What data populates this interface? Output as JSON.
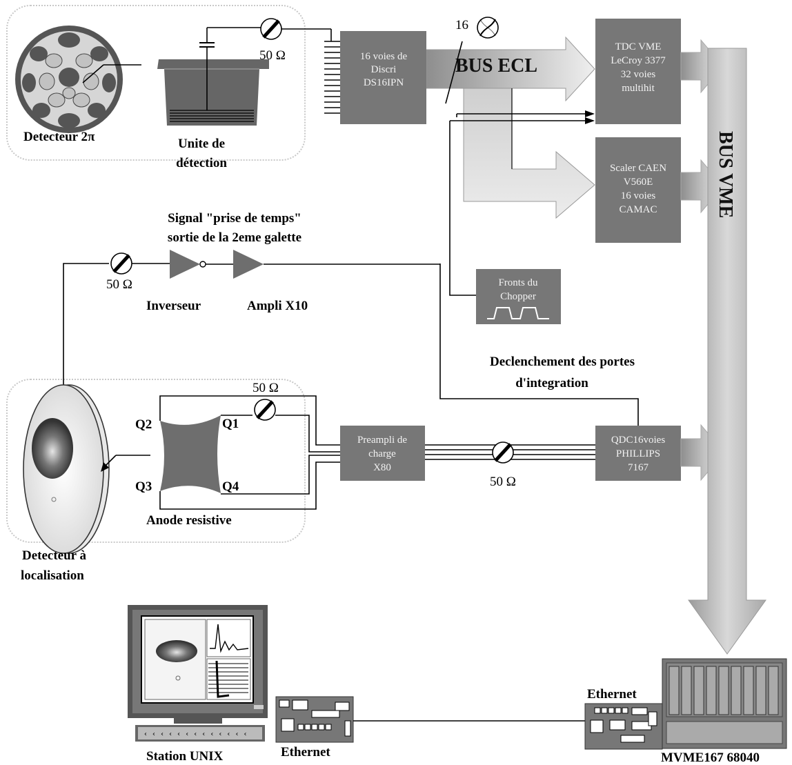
{
  "labels": {
    "detecteur_2pi": "Detecteur 2π",
    "unite_line1": "Unite de",
    "unite_line2": "détection",
    "signal_line1": "Signal \"prise de temps\"",
    "signal_line2": "sortie de la 2eme galette",
    "inverseur": "Inverseur",
    "ampli": "Ampli X10",
    "declench_line1": "Declenchement des portes",
    "declench_line2": "d'integration",
    "anode": "Anode resistive",
    "detloc_line1": "Detecteur à",
    "detloc_line2": "localisation",
    "station": "Station UNIX",
    "ethernet_left": "Ethernet",
    "ethernet_right": "Ethernet",
    "mvme": "MVME167  68040",
    "ohm_top": "50 Ω",
    "ohm_left": "50 Ω",
    "ohm_anode": "50 Ω",
    "ohm_bottom": "50 Ω",
    "count_16": "16",
    "q1": "Q1",
    "q2": "Q2",
    "q3": "Q3",
    "q4": "Q4"
  },
  "buses": {
    "ecl": "BUS ECL",
    "vme": "BUS VME"
  },
  "boxes": {
    "discri": [
      "16 voies de",
      "Discri",
      "DS16IPN"
    ],
    "tdc": [
      "TDC VME",
      "LeCroy 3377",
      "32 voies",
      "multihit"
    ],
    "scaler": [
      "Scaler CAEN",
      "V560E",
      "16 voies",
      "CAMAC"
    ],
    "chopper": [
      "Fronts du",
      "Chopper"
    ],
    "preampli": [
      "Preampli de",
      "charge",
      "X80"
    ],
    "qdc": [
      "QDC16voies",
      "PHILLIPS",
      "7167"
    ]
  },
  "colors": {
    "box": "#777777",
    "arrow_light": "#dcdcdc",
    "arrow_dark": "#9a9a9a",
    "panel_border": "#c8c8c8"
  }
}
